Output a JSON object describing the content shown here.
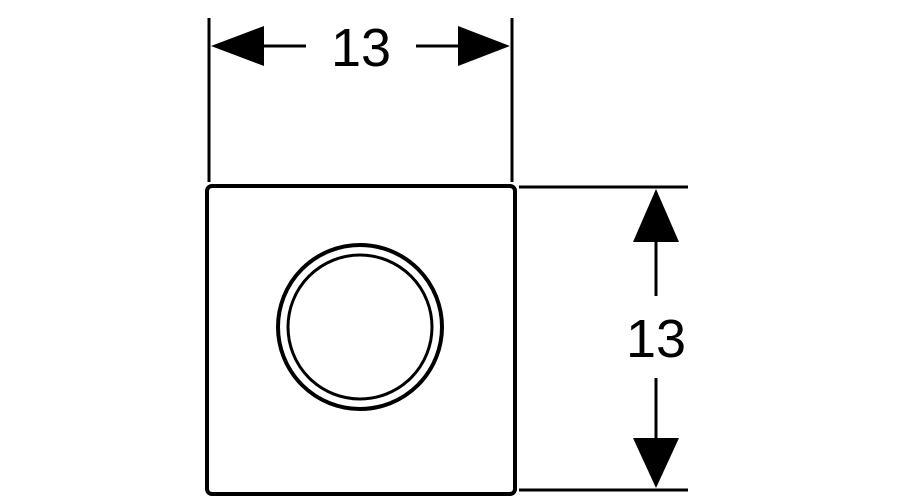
{
  "diagram": {
    "width_dimension_label": "13",
    "height_dimension_label": "13",
    "colors": {
      "line": "#000000",
      "background": "#ffffff"
    },
    "icons": {
      "arrowheads": "filled-triangle",
      "button": "circle-outline"
    }
  }
}
